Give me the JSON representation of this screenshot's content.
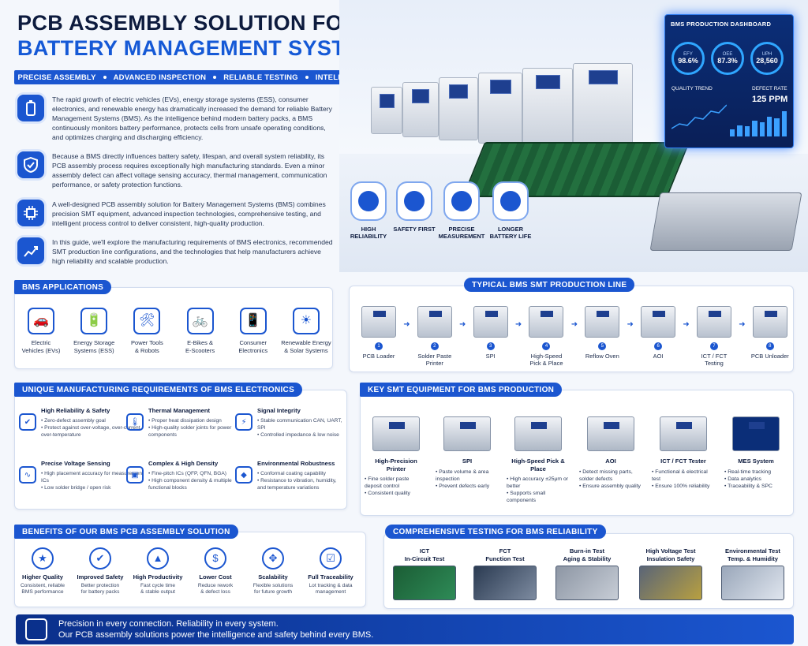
{
  "title_line1": "PCB ASSEMBLY SOLUTION FOR",
  "title_line2": "BATTERY MANAGEMENT SYSTEMS (BMS)",
  "tags": [
    "PRECISE ASSEMBLY",
    "ADVANCED INSPECTION",
    "RELIABLE TESTING",
    "INTELLIGENT CONTROL"
  ],
  "intro": [
    "The rapid growth of electric vehicles (EVs), energy storage systems (ESS), consumer electronics, and renewable energy has dramatically increased the demand for reliable Battery Management Systems (BMS). As the intelligence behind modern battery packs, a BMS continuously monitors battery performance, protects cells from unsafe operating conditions, and optimizes charging and discharging efficiency.",
    "Because a BMS directly influences battery safety, lifespan, and overall system reliability, its PCB assembly process requires exceptionally high manufacturing standards. Even a minor assembly defect can affect voltage sensing accuracy, thermal management, communication performance, or safety protection functions.",
    "A well-designed PCB assembly solution for Battery Management Systems (BMS) combines precision SMT equipment, advanced inspection technologies, comprehensive testing, and intelligent process control to deliver consistent, high-quality production.",
    "In this guide, we'll explore the manufacturing requirements of BMS electronics, recommended SMT production line configurations, and the technologies that help manufacturers achieve high reliability and scalable production."
  ],
  "dashboard": {
    "title": "BMS PRODUCTION DASHBOARD",
    "g1_label": "EFY",
    "g1_value": "98.6%",
    "g2_label": "OEE",
    "g2_value": "87.3%",
    "g3_label": "UPH",
    "g3_value": "28,560",
    "trend": "QUALITY TREND",
    "defect_label": "DEFECT RATE",
    "defect_value": "125 PPM"
  },
  "features": [
    "HIGH RELIABILITY",
    "SAFETY FIRST",
    "PRECISE MEASUREMENT",
    "LONGER BATTERY LIFE"
  ],
  "apps_title": "BMS APPLICATIONS",
  "apps": [
    {
      "l1": "Electric",
      "l2": "Vehicles (EVs)",
      "icon": "car-icon",
      "glyph": "🚗"
    },
    {
      "l1": "Energy Storage",
      "l2": "Systems (ESS)",
      "icon": "battery-cabinet-icon",
      "glyph": "🔋"
    },
    {
      "l1": "Power Tools",
      "l2": "& Robots",
      "icon": "robot-arm-icon",
      "glyph": "🛠"
    },
    {
      "l1": "E-Bikes &",
      "l2": "E-Scooters",
      "icon": "bicycle-icon",
      "glyph": "🚲"
    },
    {
      "l1": "Consumer",
      "l2": "Electronics",
      "icon": "phone-icon",
      "glyph": "📱"
    },
    {
      "l1": "Renewable Energy",
      "l2": "& Solar Systems",
      "icon": "solar-panel-icon",
      "glyph": "☀"
    }
  ],
  "line_title": "TYPICAL BMS SMT PRODUCTION LINE",
  "line": [
    {
      "n": "1",
      "l1": "PCB Loader",
      "l2": ""
    },
    {
      "n": "2",
      "l1": "Solder Paste",
      "l2": "Printer"
    },
    {
      "n": "3",
      "l1": "SPI",
      "l2": ""
    },
    {
      "n": "4",
      "l1": "High-Speed",
      "l2": "Pick & Place"
    },
    {
      "n": "5",
      "l1": "Reflow Oven",
      "l2": ""
    },
    {
      "n": "6",
      "l1": "AOI",
      "l2": ""
    },
    {
      "n": "7",
      "l1": "ICT / FCT",
      "l2": "Testing"
    },
    {
      "n": "8",
      "l1": "PCB Unloader",
      "l2": ""
    }
  ],
  "req_title": "UNIQUE MANUFACTURING REQUIREMENTS OF BMS ELECTRONICS",
  "req": [
    {
      "h": "High Reliability & Safety",
      "a": "• Zero-defect assembly goal",
      "b": "• Protect against over-voltage, over-current, over-temperature"
    },
    {
      "h": "Thermal Management",
      "a": "• Proper heat dissipation design",
      "b": "• High-quality solder joints for power components"
    },
    {
      "h": "Signal Integrity",
      "a": "• Stable communication CAN, UART, SPI",
      "b": "• Controlled impedance & low noise"
    },
    {
      "h": "Precise Voltage Sensing",
      "a": "• High placement accuracy for measurement ICs",
      "b": "• Low solder bridge / open risk"
    },
    {
      "h": "Complex & High Density",
      "a": "• Fine-pitch ICs (QFP, QFN, BGA)",
      "b": "• High component density & multiple functional blocks"
    },
    {
      "h": "Environmental Robustness",
      "a": "• Conformal coating capability",
      "b": "• Resistance to vibration, humidity, and temperature variations"
    }
  ],
  "eq_title": "KEY SMT EQUIPMENT FOR BMS PRODUCTION",
  "eq": [
    {
      "h": "High-Precision Printer",
      "a": "• Fine solder paste deposit control",
      "b": "• Consistent quality"
    },
    {
      "h": "SPI",
      "a": "• Paste volume & area inspection",
      "b": "• Prevent defects early"
    },
    {
      "h": "High-Speed Pick & Place",
      "a": "• High accuracy ±25μm or better",
      "b": "• Supports small components"
    },
    {
      "h": "AOI",
      "a": "• Detect missing parts, solder defects",
      "b": "• Ensure assembly quality"
    },
    {
      "h": "ICT / FCT Tester",
      "a": "• Functional & electrical test",
      "b": "• Ensure 100% reliability"
    },
    {
      "h": "MES System",
      "a": "• Real-time tracking",
      "b": "• Data analytics",
      "c": "• Traceability & SPC"
    }
  ],
  "ben_title": "BENEFITS OF OUR BMS PCB ASSEMBLY SOLUTION",
  "ben": [
    {
      "h": "Higher Quality",
      "a": "Consistent, reliable",
      "b": "BMS performance",
      "icon": "award-icon",
      "glyph": "★"
    },
    {
      "h": "Improved Safety",
      "a": "Better protection",
      "b": "for battery packs",
      "icon": "shield-check-icon",
      "glyph": "✔"
    },
    {
      "h": "High Productivity",
      "a": "Fast cycle time",
      "b": "& stable output",
      "icon": "bar-chart-icon",
      "glyph": "▲"
    },
    {
      "h": "Lower Cost",
      "a": "Reduce rework",
      "b": "& defect loss",
      "icon": "dollar-icon",
      "glyph": "$"
    },
    {
      "h": "Scalability",
      "a": "Flexible solutions",
      "b": "for future growth",
      "icon": "expand-arrows-icon",
      "glyph": "✥"
    },
    {
      "h": "Full Traceability",
      "a": "Lot tracking & data",
      "b": "management",
      "icon": "clipboard-icon",
      "glyph": "☑"
    }
  ],
  "test_title": "COMPREHENSIVE TESTING FOR BMS RELIABILITY",
  "tests": [
    {
      "a": "ICT",
      "b": "In-Circuit Test"
    },
    {
      "a": "FCT",
      "b": "Function Test"
    },
    {
      "a": "Burn-in Test",
      "b": "Aging & Stability"
    },
    {
      "a": "High Voltage Test",
      "b": "Insulation Safety"
    },
    {
      "a": "Environmental Test",
      "b": "Temp. & Humidity"
    }
  ],
  "footer": {
    "l1": "Precision in every connection. Reliability in every system.",
    "l2": "Our PCB assembly solutions power the intelligence and safety behind every BMS."
  }
}
